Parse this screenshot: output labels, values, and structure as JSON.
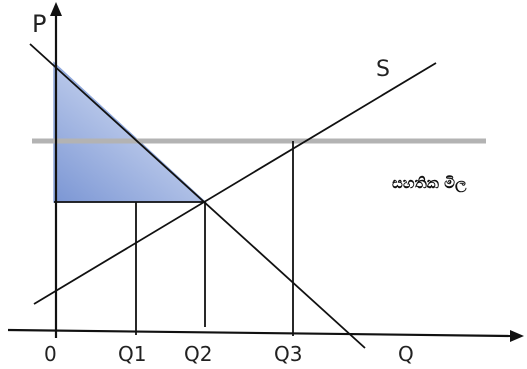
{
  "labels": {
    "p_axis": "P",
    "q_axis": "Q",
    "origin": "0",
    "q1": "Q1",
    "q2": "Q2",
    "q3": "Q3",
    "supply": "S",
    "price_line": "සහතික මිල"
  },
  "colors": {
    "axis": "#111111",
    "line": "#111111",
    "price_line": "#b0b0b0",
    "surplus_fill_light": "#dfe6f7",
    "surplus_fill_dark": "#7f99d6",
    "surplus_edge": "#8fa8dc"
  }
}
